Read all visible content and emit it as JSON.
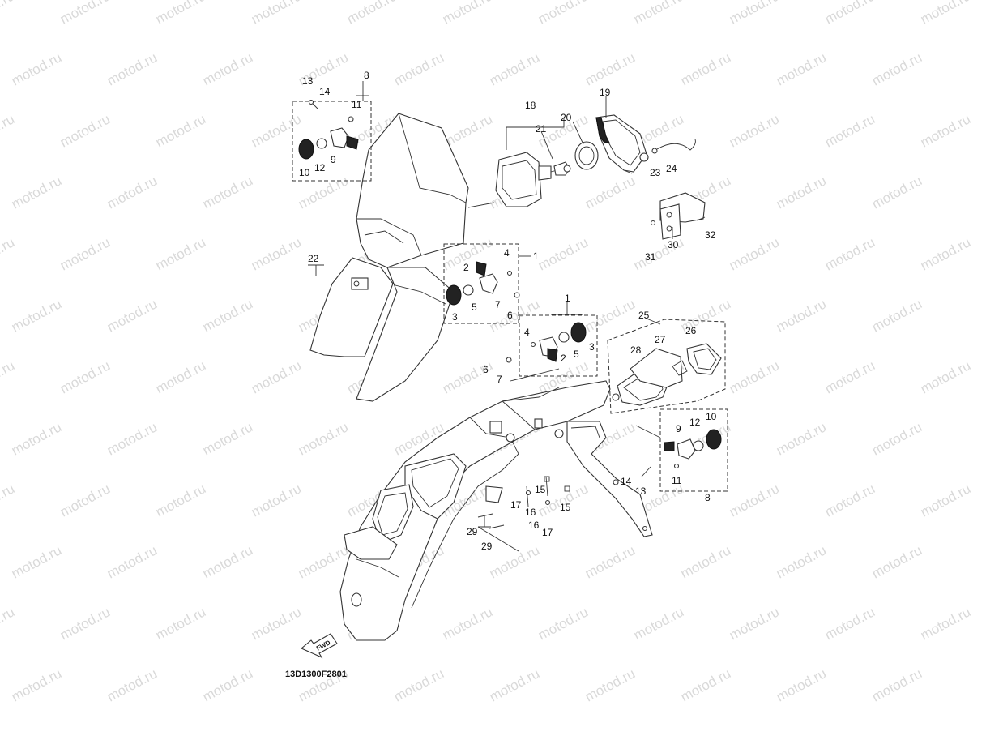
{
  "watermark": "motod.ru",
  "diagram_code": "13D1300F2801",
  "fwd_label": "FWD",
  "labels": [
    "1",
    "1",
    "2",
    "2",
    "3",
    "3",
    "4",
    "4",
    "5",
    "5",
    "6",
    "6",
    "7",
    "7",
    "8",
    "8",
    "9",
    "9",
    "10",
    "10",
    "11",
    "11",
    "12",
    "12",
    "13",
    "13",
    "14",
    "14",
    "15",
    "15",
    "16",
    "16",
    "17",
    "17",
    "18",
    "19",
    "20",
    "21",
    "22",
    "23",
    "24",
    "25",
    "26",
    "27",
    "28",
    "29",
    "29",
    "30",
    "31",
    "32"
  ]
}
